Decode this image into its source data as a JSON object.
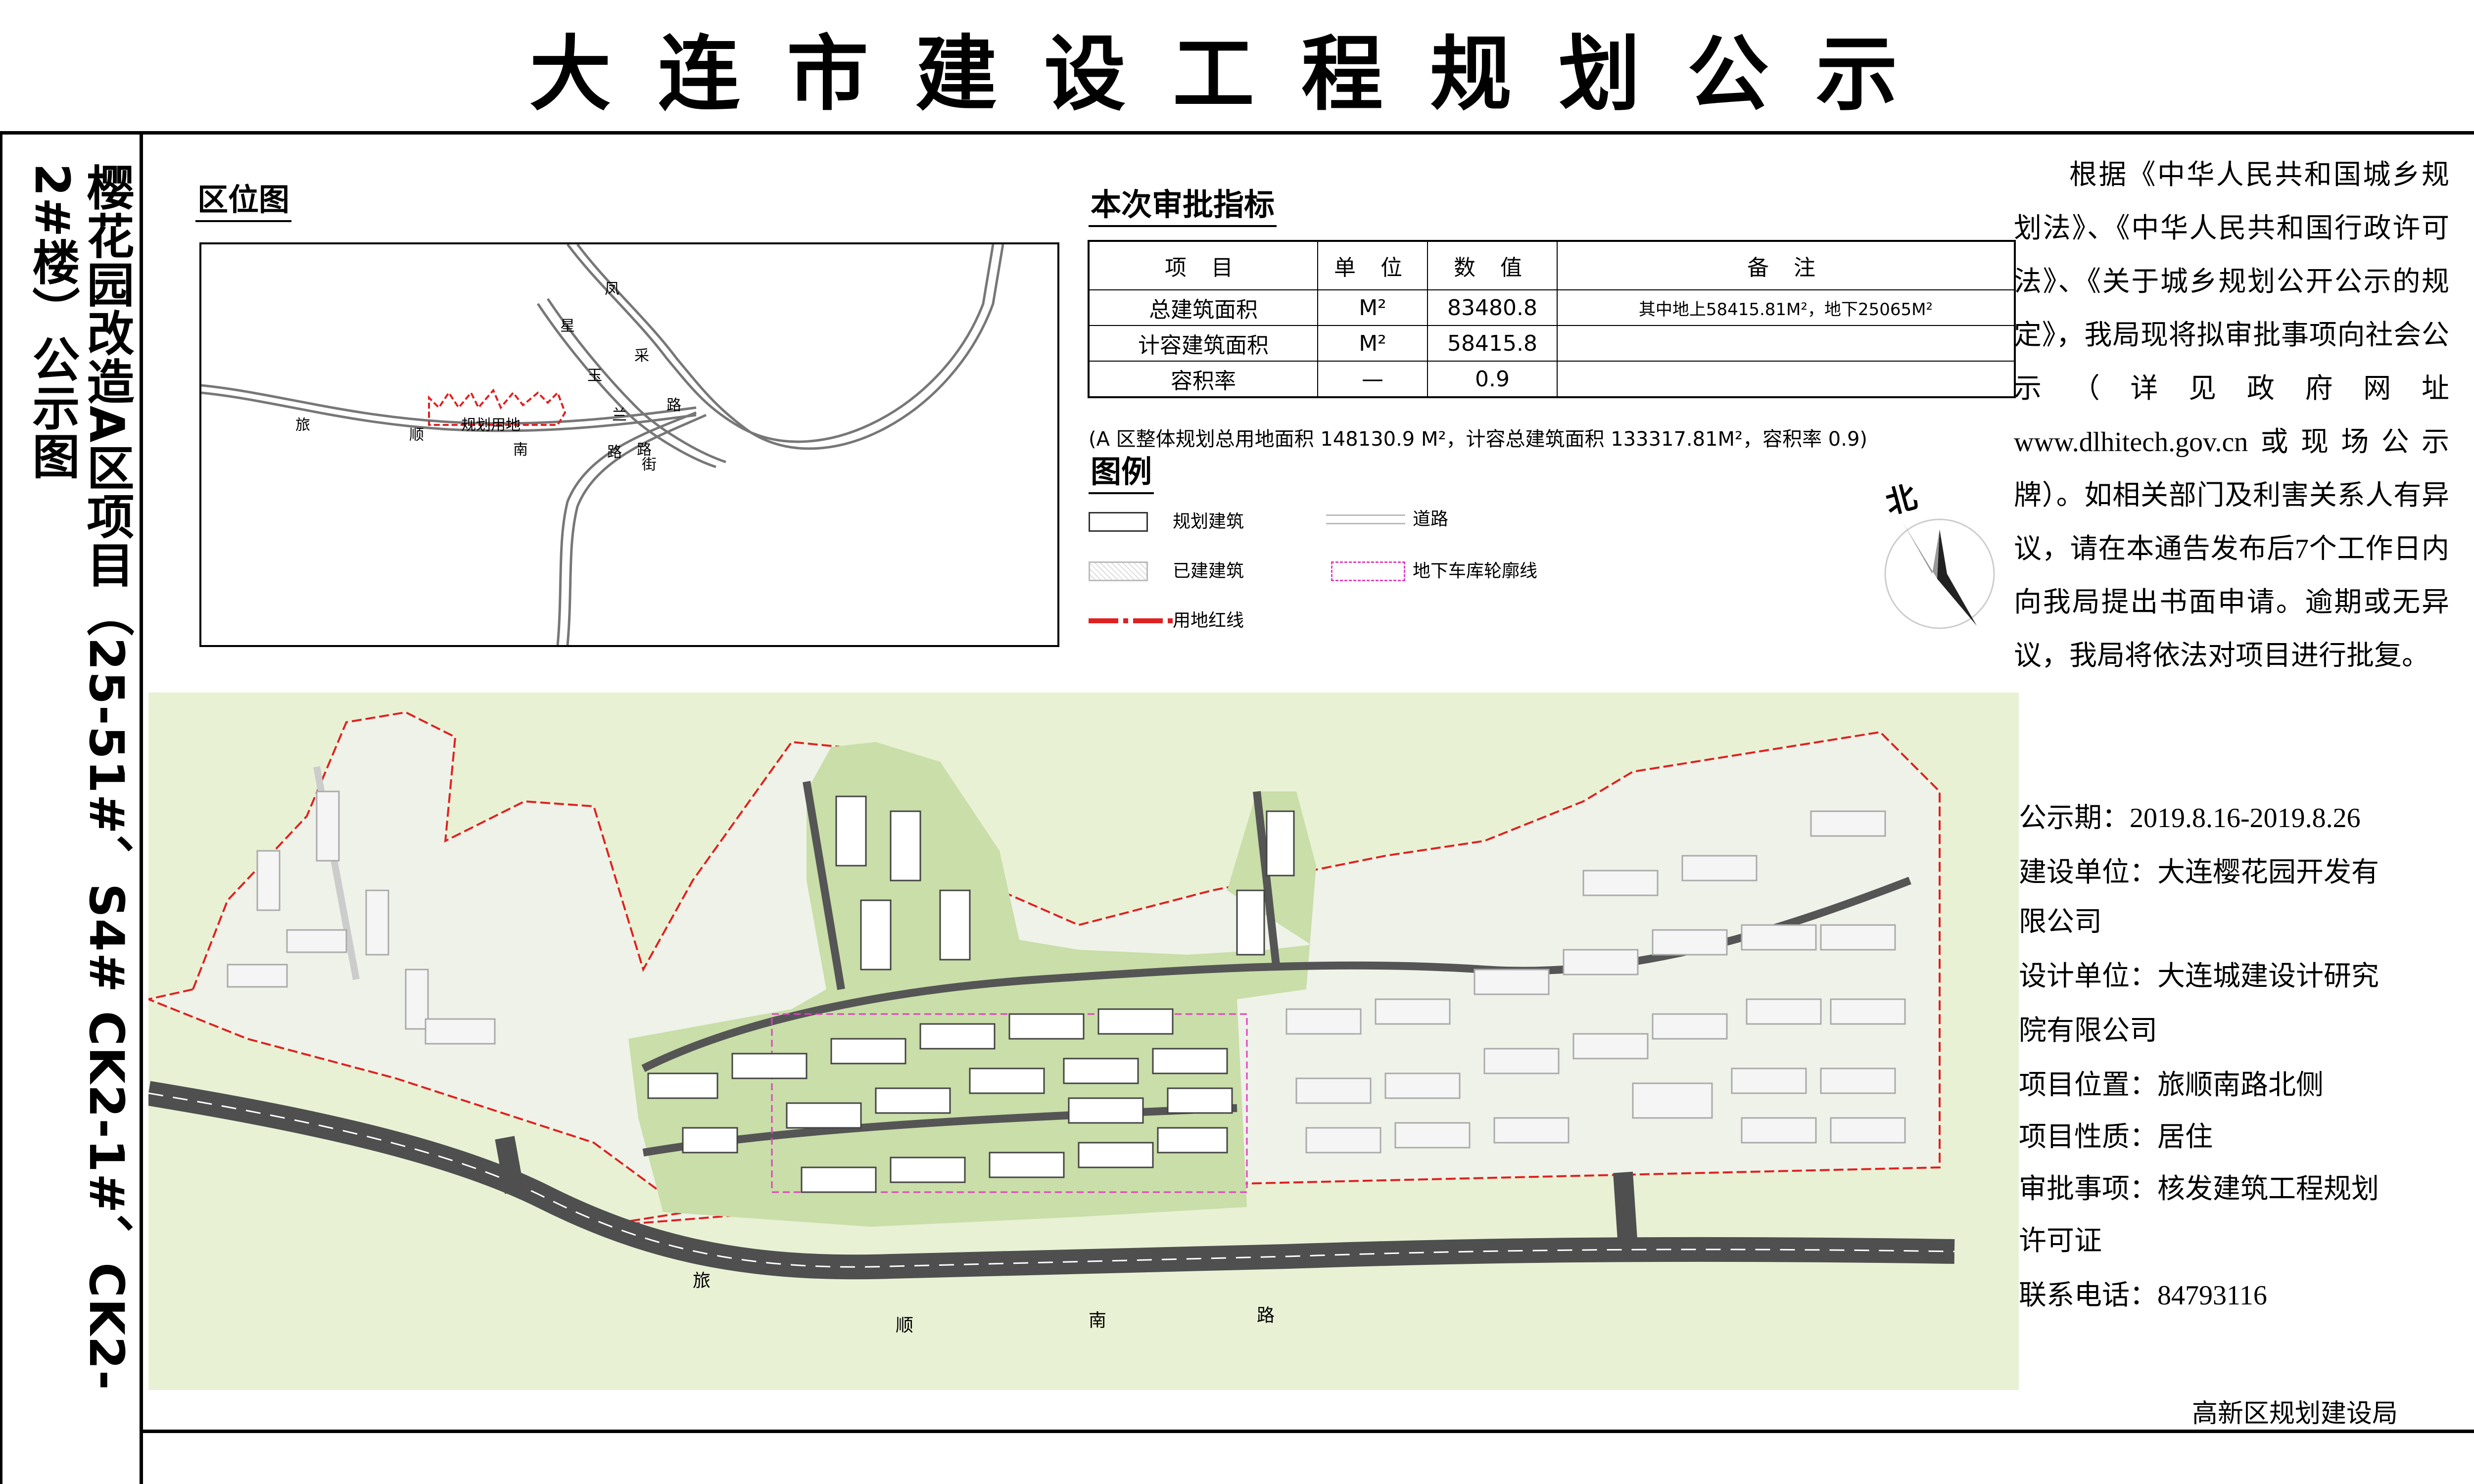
{
  "title": "大连市建设工程规划公示",
  "project_title": "樱花园改造A区项目（25-51#、S4# CK2-1#、CK2-2#楼）公示图",
  "location_map": {
    "heading": "区位图",
    "labels": {
      "site": "规划用地",
      "road1": [
        "旅",
        "顺",
        "南",
        "路"
      ],
      "road2": [
        "星",
        "玉",
        "兰",
        "路"
      ],
      "road3": [
        "凤",
        "采",
        "路",
        "街"
      ]
    }
  },
  "indicators": {
    "heading": "本次审批指标",
    "headers": [
      "项 目",
      "单 位",
      "数 值",
      "备 注"
    ],
    "rows": [
      {
        "item": "总建筑面积",
        "unit": "M²",
        "value": "83480.8",
        "note": "其中地上58415.81M²，地下25065M²"
      },
      {
        "item": "计容建筑面积",
        "unit": "M²",
        "value": "58415.8",
        "note": ""
      },
      {
        "item": "容积率",
        "unit": "—",
        "value": "0.9",
        "note": ""
      }
    ],
    "footnote": "(A 区整体规划总用地面积 148130.9 M²，计容总建筑面积 133317.81M²，容积率 0.9)"
  },
  "legend": {
    "heading": "图例",
    "items": {
      "planned": "规划建筑",
      "existing": "已建建筑",
      "red_line": "用地红线",
      "road": "道路",
      "garage": "地下车库轮廓线"
    }
  },
  "compass": {
    "north_label": "北"
  },
  "notice": {
    "body": "根据《中华人民共和国城乡规划法》、《中华人民共和国行政许可法》、《关于城乡规划公开公示的规定》，我局现将拟审批事项向社会公示（详见政府网址www.dlhitech.gov.cn或现场公示牌）。如相关部门及利害关系人有异议，请在本通告发布后7个工作日内向我局提出书面申请。逾期或无异议，我局将依法对项目进行批复。",
    "period": "公示期：2019.8.16-2019.8.26",
    "builder_1": "建设单位：大连樱花园开发有",
    "builder_2": "限公司",
    "designer_1": "设计单位：大连城建设计研究",
    "designer_2": "院有限公司",
    "location": "项目位置：旅顺南路北侧",
    "nature": "项目性质：居住",
    "approval_1": "审批事项：核发建筑工程规划",
    "approval_2": "许可证",
    "phone": "联系电话：84793116"
  },
  "site_plan": {
    "road_chars": [
      "旅",
      "顺",
      "南",
      "路"
    ]
  },
  "footer": {
    "bureau": "高新区规划建设局"
  },
  "colors": {
    "site_red": "#e02020",
    "site_green": "#c9dea8",
    "ground": "#e8f1d4",
    "road": "#4f4f4f",
    "garage": "#e040c0"
  }
}
